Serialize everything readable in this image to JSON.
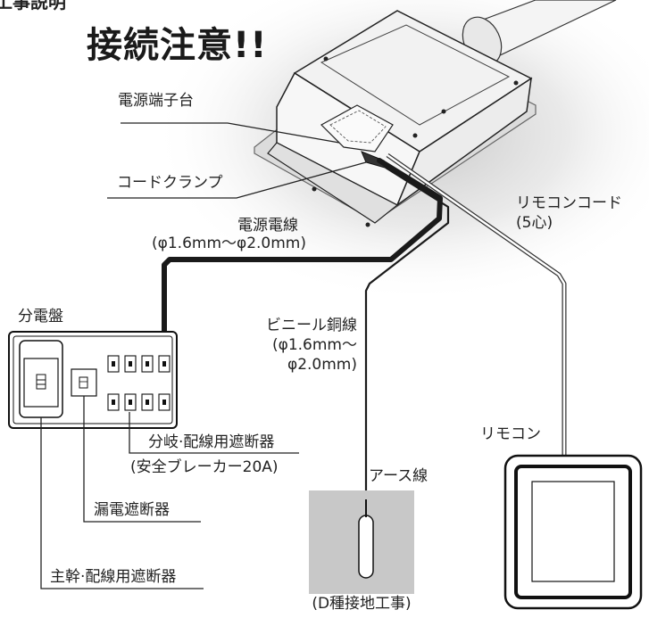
{
  "header": {
    "cut_text": "工事説明",
    "title": "接続注意!!"
  },
  "labels": {
    "terminal_block": "電源端子台",
    "cord_clamp": "コードクランプ",
    "power_wire": "電源電線",
    "power_wire_spec": "(φ1.6mm～φ2.0mm)",
    "remote_cord": "リモコンコード",
    "remote_cord_spec": "(5心)",
    "panel": "分電盤",
    "vinyl_wire": "ビニール銅線",
    "vinyl_spec_1": "(φ1.6mm～",
    "vinyl_spec_2": "φ2.0mm)",
    "branch_breaker": "分岐·配線用遮断器",
    "branch_breaker_spec": "(安全ブレーカー20A)",
    "leakage_breaker": "漏電遮断器",
    "main_breaker": "主幹·配線用遮断器",
    "earth_wire": "アース線",
    "earth_type": "(D種接地工事)",
    "remote": "リモコン"
  }
}
